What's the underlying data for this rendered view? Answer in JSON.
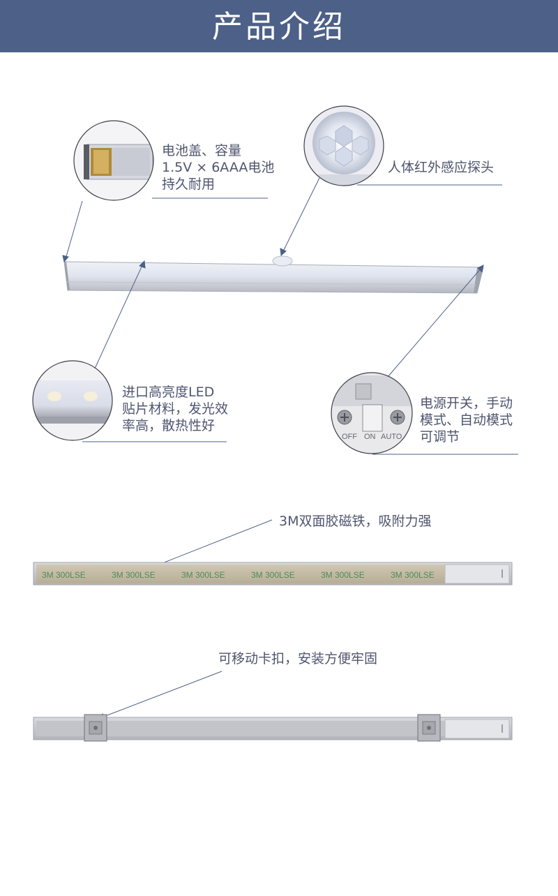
{
  "header": {
    "title": "产品介绍"
  },
  "callouts": {
    "battery": [
      "电池盖、容量",
      "1.5V × 6AAA电池",
      "持久耐用"
    ],
    "sensor": [
      "人体红外感应探头"
    ],
    "led": [
      "进口高亮度LED",
      "贴片材料，发光效",
      "率高，散热性好"
    ],
    "switch": [
      "电源开关，手动",
      "模式、自动模式",
      "可调节"
    ],
    "switch_markings": {
      "off": "OFF",
      "on": "ON",
      "auto": "AUTO"
    }
  },
  "features": {
    "adhesive": "3M双面胶磁铁，吸附力强",
    "clip": "可移动卡扣，安装方便牢固"
  },
  "tape_print": "3M 300LSE"
}
